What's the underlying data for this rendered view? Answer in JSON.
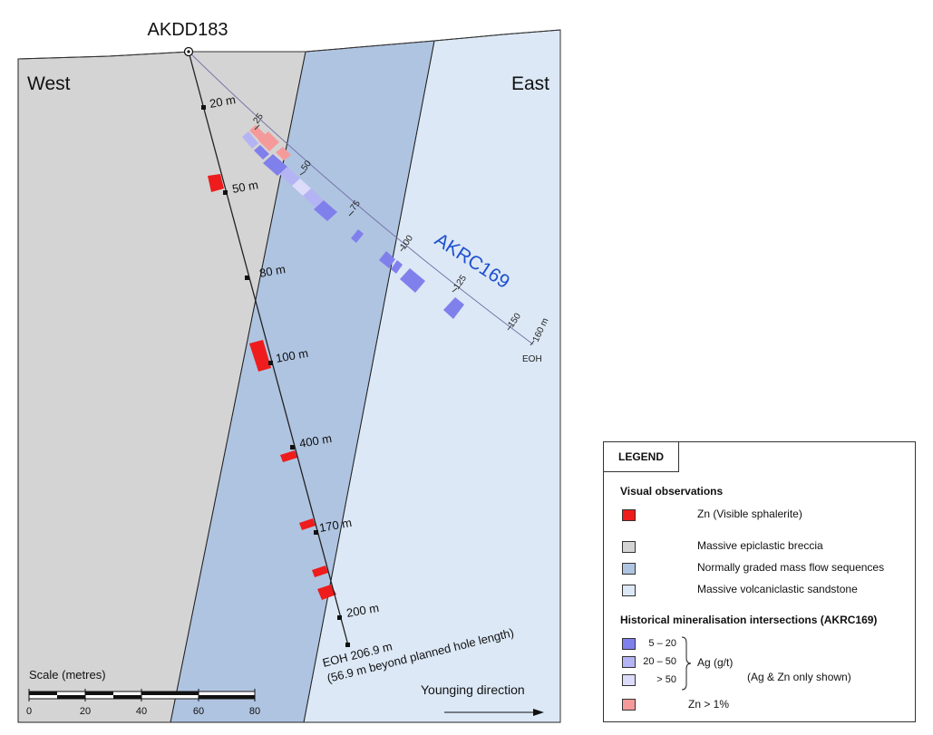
{
  "section": {
    "holes": {
      "akdd183": {
        "name": "AKDD183",
        "depth_labels": [
          "20 m",
          "50 m",
          "80 m",
          "100 m",
          "400 m",
          "170 m",
          "200 m"
        ],
        "eoh_line1": "EOH 206.9 m",
        "eoh_line2": "(56.9 m beyond planned hole length)"
      },
      "akrc169": {
        "name": "AKRC169",
        "depth_labels": [
          "25",
          "50",
          "75",
          "100",
          "125",
          "150",
          "160 m"
        ],
        "eoh": "EOH"
      }
    },
    "direction_west": "West",
    "direction_east": "East",
    "younging": "Younging direction",
    "scale": {
      "title": "Scale (metres)",
      "ticks": [
        "0",
        "20",
        "40",
        "60",
        "80"
      ]
    }
  },
  "legend": {
    "title": "LEGEND",
    "visual_heading": "Visual observations",
    "zn_visible": "Zn (Visible sphalerite)",
    "breccia": "Massive epiclastic breccia",
    "mass_flow": "Normally graded mass flow sequences",
    "sandstone": "Massive volcaniclastic sandstone",
    "hist_heading": "Historical mineralisation intersections (AKRC169)",
    "ag_ranges": [
      "5 – 20",
      "20 – 50",
      "> 50"
    ],
    "ag_label": "Ag (g/t)",
    "ag_note": "(Ag & Zn only shown)",
    "zn_pct": "Zn > 1%"
  },
  "colors": {
    "breccia": "#d4d4d4",
    "mass_flow": "#afc4e1",
    "sandstone": "#dce8f6",
    "zn_visible": "#ee1c1c",
    "zn_pct": "#f59a9a",
    "ag_5_20": "#8080ec",
    "ag_20_50": "#b4b4f4",
    "ag_gt50": "#dcdcfa",
    "akrc169_label": "#1e4fcf"
  }
}
